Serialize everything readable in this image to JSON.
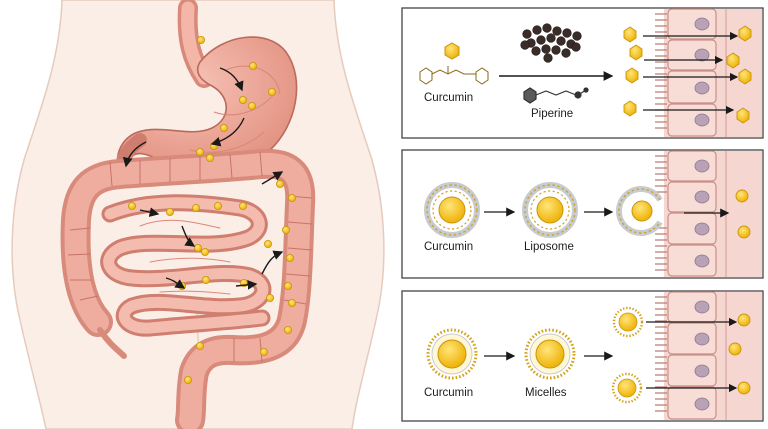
{
  "colors": {
    "skin": "#fbeee6",
    "skin_outline": "#d9b8a8",
    "gut": "#eea79a",
    "gut_dark": "#b96a5c",
    "gut_light": "#f6c6bc",
    "stomach": "#f2b0a0",
    "curcumin": "#f4c21c",
    "curcumin_outline": "#c9950c",
    "cell": "#f6d6d0",
    "cell_outline": "#c99088",
    "nucleus": "#b9a2b6",
    "microvilli": "#b57b70",
    "panel_border": "#444444",
    "arrow": "#1a1a1a",
    "pepper": "#3a2d28",
    "membrane": "#c7ccd2"
  },
  "icons": {
    "curcumin_particle": "yellow-hexagon-icon",
    "pepper": "black-peppercorn-icon",
    "structure": "molecule-structure-icon"
  },
  "panels": [
    {
      "id": "piperine",
      "labels": {
        "left": "Curcumin",
        "right": "Piperine"
      }
    },
    {
      "id": "liposome",
      "labels": {
        "left": "Curcumin",
        "right": "Liposome"
      }
    },
    {
      "id": "micelles",
      "labels": {
        "left": "Curcumin",
        "right": "Micelles"
      }
    }
  ]
}
